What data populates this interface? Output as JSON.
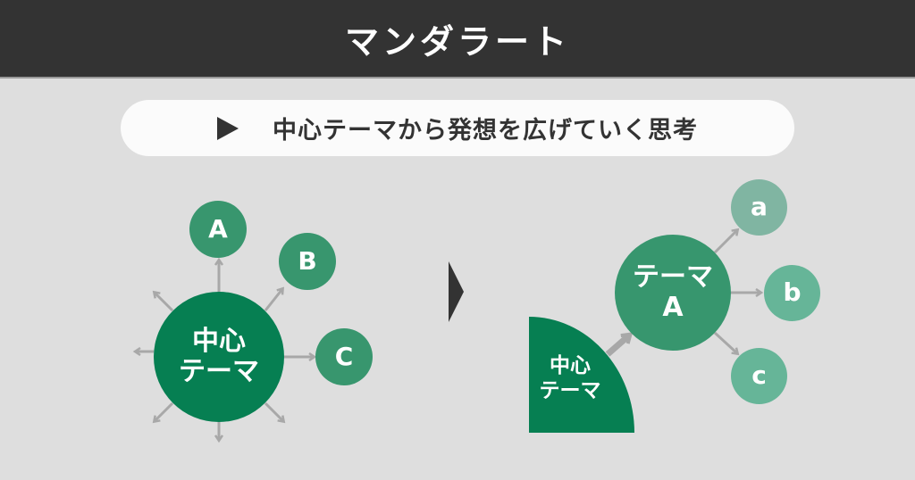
{
  "header": {
    "title": "マンダラート"
  },
  "subtitle": {
    "text": "中心テーマから発想を広げていく思考"
  },
  "left_diagram": {
    "center": {
      "line1": "中心",
      "line2": "テーマ",
      "color": "#067f52"
    },
    "nodes": [
      {
        "label": "A",
        "color": "#38966e"
      },
      {
        "label": "B",
        "color": "#38966e"
      },
      {
        "label": "C",
        "color": "#38966e"
      }
    ]
  },
  "right_diagram": {
    "origin": {
      "line1": "中心",
      "line2": "テーマ",
      "color": "#067f52"
    },
    "theme": {
      "line1": "テーマ",
      "line2": "A",
      "color": "#37966e"
    },
    "nodes": [
      {
        "label": "a",
        "color": "#80b5a2"
      },
      {
        "label": "b",
        "color": "#66b598"
      },
      {
        "label": "c",
        "color": "#66b598"
      }
    ]
  },
  "colors": {
    "background": "#dedede",
    "header": "#333333",
    "arrow": "#a8a8a8"
  }
}
